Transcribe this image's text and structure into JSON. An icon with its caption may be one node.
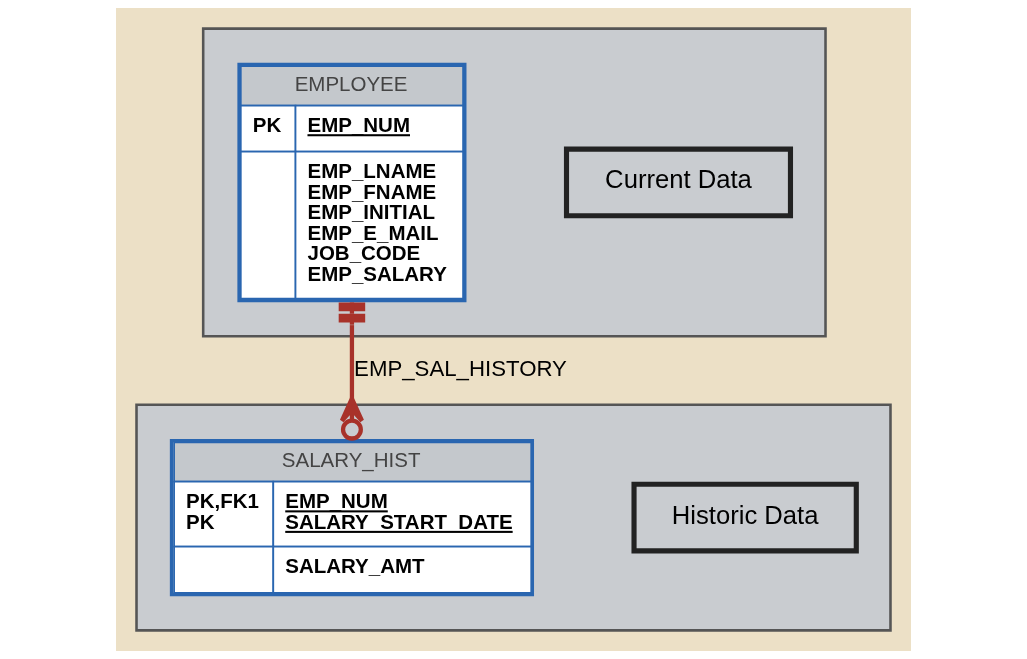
{
  "diagram": {
    "nodes": [
      {
        "text": [],
        "shape": "box"
      },
      {
        "text": [
          "Current Data"
        ],
        "in": 0
      },
      {
        "text": [
          "EMPLOYEE",
          "PK",
          "EMP_NUM",
          "EMP_LNAME",
          "EMP_FNAME",
          "EMP_INITIAL",
          "EMP_E_MAIL",
          "JOB_CODE",
          "EMP_SALARY"
        ],
        "in": 0
      },
      {
        "text": [],
        "shape": "box"
      },
      {
        "text": [
          "Historic Data"
        ],
        "in": 3
      },
      {
        "text": [
          "SALARY_HIST",
          "PK,FK1",
          "PK",
          "EMP_NUM",
          "SALARY_START_DATE",
          "SALARY_AMT"
        ],
        "in": 3
      }
    ],
    "edges": [
      {
        "from": 2,
        "to": 5,
        "arrow": "other",
        "label": "EMP_SAL_HISTORY",
        "color": "#a8322a"
      }
    ]
  }
}
